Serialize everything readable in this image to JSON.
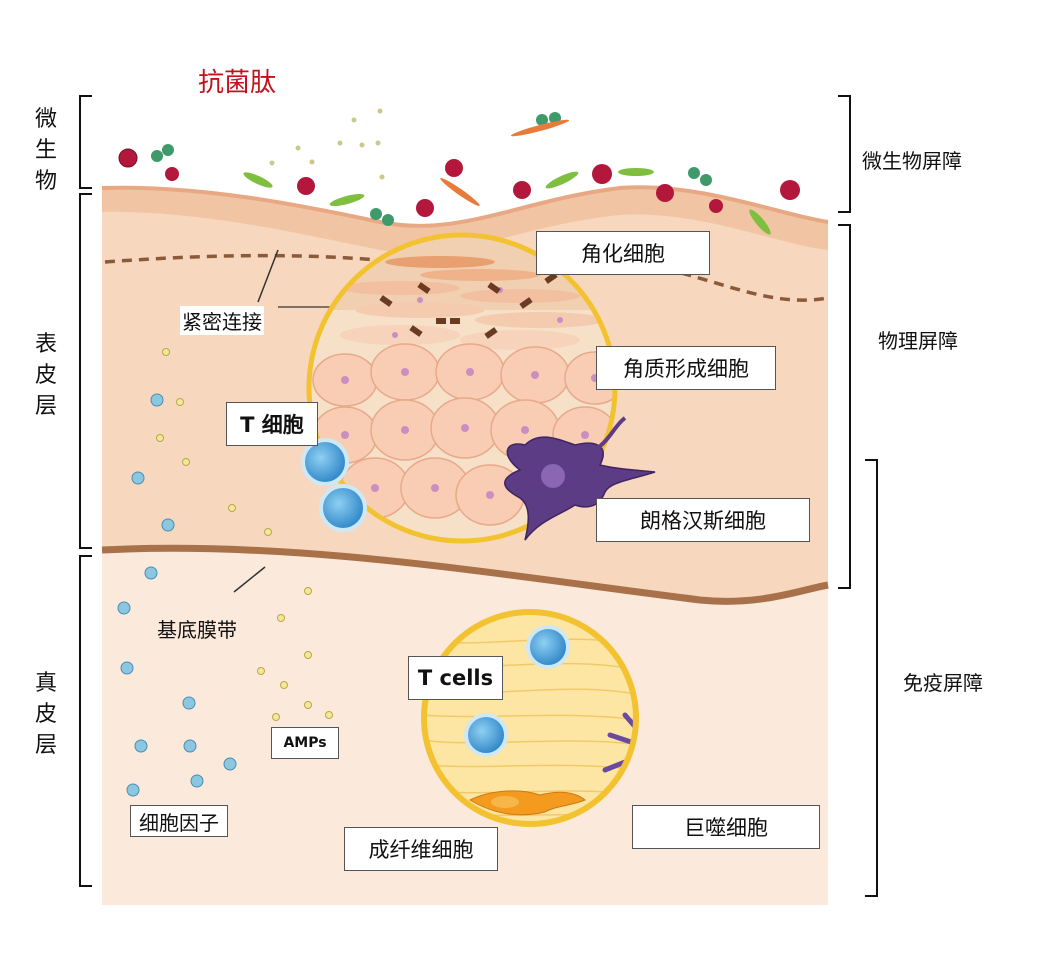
{
  "title": "抗菌肽",
  "left_layers": {
    "microbes": "微生物",
    "epidermis": "表皮层",
    "dermis": "真皮层"
  },
  "right_barriers": {
    "microbial": "微生物屏障",
    "physical": "物理屏障",
    "immune": "免疫屏障"
  },
  "labels": {
    "keratinocyte_corneocyte": "角化细胞",
    "tight_junction": "紧密连接",
    "keratinocyte": "角质形成细胞",
    "t_cell_cn": "T 细胞",
    "langerhans": "朗格汉斯细胞",
    "basement_membrane": "基底膜带",
    "t_cells_en": "T cells",
    "amps": "AMPs",
    "cytokines": "细胞因子",
    "fibroblast": "成纤维细胞",
    "macrophage": "巨噬细胞"
  },
  "colors": {
    "title": "#c0141c",
    "epidermis": "#f7d8bf",
    "dermis": "#fbe9dc",
    "membrane": "#a8714a",
    "lens": "#f2c230"
  }
}
